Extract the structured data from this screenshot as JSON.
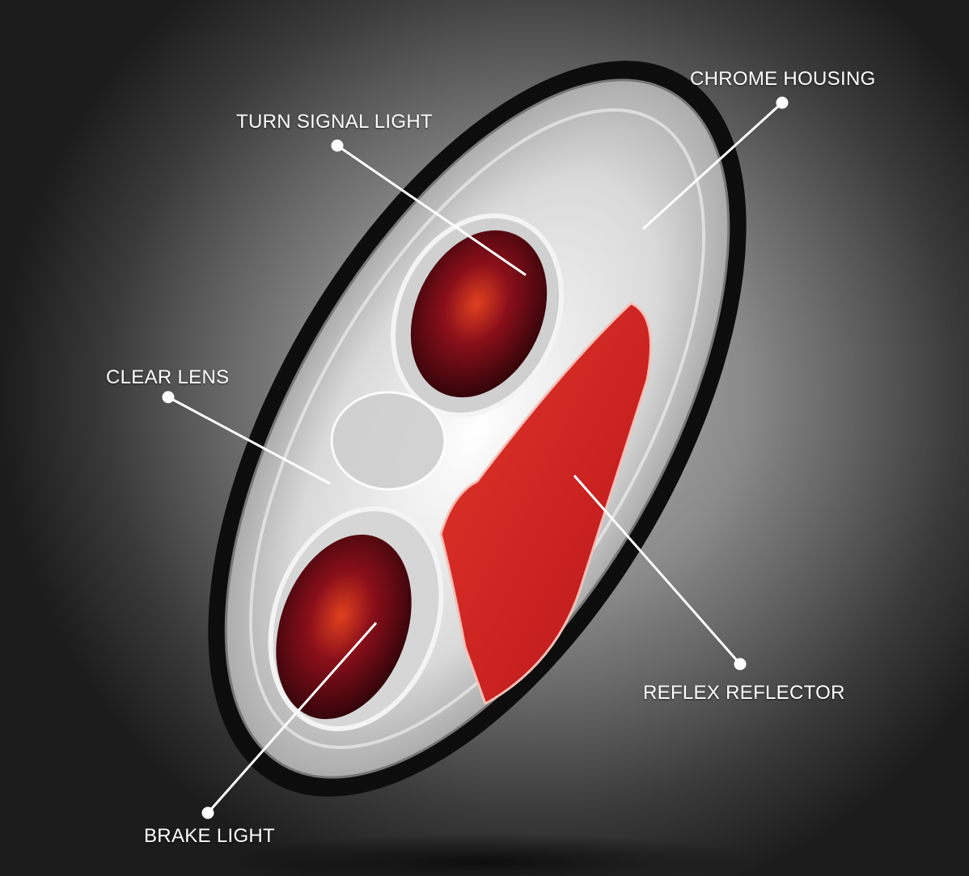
{
  "callouts": {
    "chrome_housing": "CHROME HOUSING",
    "turn_signal_light": "TURN SIGNAL LIGHT",
    "clear_lens": "CLEAR LENS",
    "reflex_reflector": "REFLEX REFLECTOR",
    "brake_light": "BRAKE LIGHT"
  },
  "colors": {
    "lens_red": "#c8241c",
    "dark_red": "#5a0a12",
    "chrome": "#e6e6e6",
    "rim": "#0d0d0d",
    "callout": "#ffffff"
  }
}
